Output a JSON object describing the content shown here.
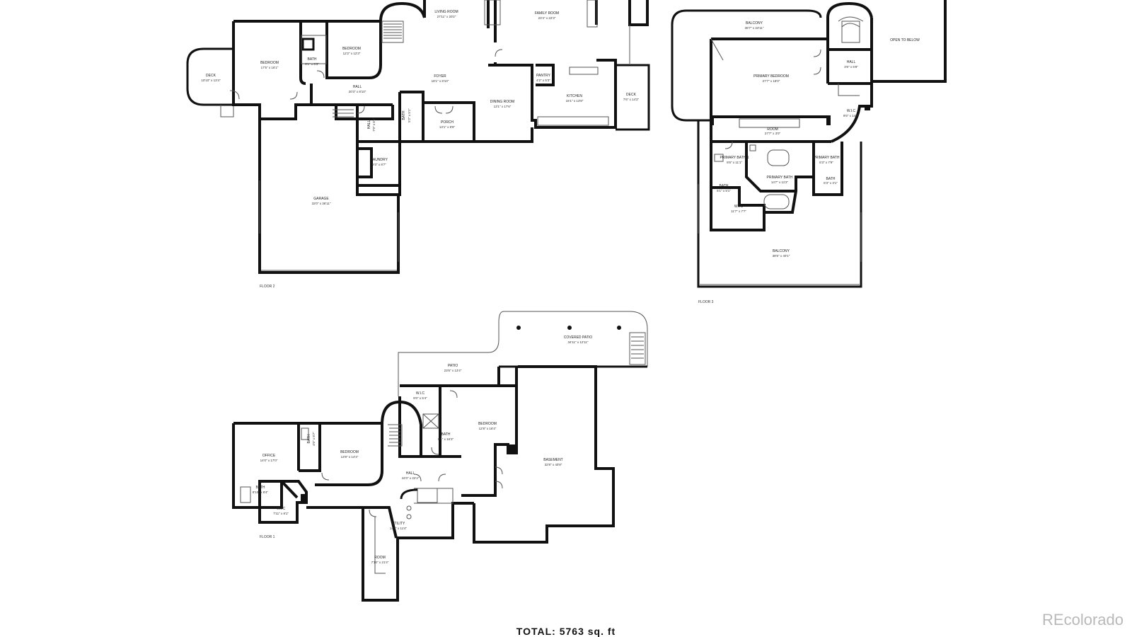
{
  "total": "TOTAL: 5763 sq. ft",
  "brand": "REcolorado",
  "floors": {
    "floor2": "FLOOR 2",
    "floor3": "FLOOR 3",
    "floor1": "FLOOR 1"
  },
  "rooms": {
    "f2_deck_w": {
      "name": "DECK",
      "dim": "10'10\" x 13'4\""
    },
    "f2_bedroom_a": {
      "name": "BEDROOM",
      "dim": "17'5\" x 16'1\""
    },
    "f2_bath": {
      "name": "BATH",
      "dim": "9'1\" x 6'3\""
    },
    "f2_bedroom_b": {
      "name": "BEDROOM",
      "dim": "12'2\" x 12'3\""
    },
    "f2_living": {
      "name": "LIVING ROOM",
      "dim": "27'11\" x 20'2\""
    },
    "f2_family": {
      "name": "FAMILY ROOM",
      "dim": "23'4\" x 22'3\""
    },
    "f2_foyer": {
      "name": "FOYER",
      "dim": "18'1\" x 8'10\""
    },
    "f2_hall": {
      "name": "HALL",
      "dim": "20'3\" x 8'10\""
    },
    "f2_dining": {
      "name": "DINING ROOM",
      "dim": "13'1\" x 17'6\""
    },
    "f2_pantry": {
      "name": "PANTRY",
      "dim": "4'2\" x 5'3\""
    },
    "f2_kitchen": {
      "name": "KITCHEN",
      "dim": "16'1\" x 13'8\""
    },
    "f2_deck_e": {
      "name": "DECK",
      "dim": "7'6\" x 14'2\""
    },
    "f2_porch": {
      "name": "PORCH",
      "dim": "13'1\" x 8'8\""
    },
    "f2_bath2": {
      "name": "BATH",
      "dim": "5'2\" x 5'1\""
    },
    "f2_hall2": {
      "name": "HALL",
      "dim": "7'0\" x 6'1\""
    },
    "f2_laundry": {
      "name": "LAUNDRY",
      "dim": "9'3\" x 8'7\""
    },
    "f2_garage": {
      "name": "GARAGE",
      "dim": "32'0\" x 36'11\""
    },
    "f3_balcony_n": {
      "name": "BALCONY",
      "dim": "36'7\" x 34'11\""
    },
    "f3_hall": {
      "name": "HALL",
      "dim": "3'6\" x 6'8\""
    },
    "f3_open": {
      "name": "OPEN TO BELOW",
      "dim": ""
    },
    "f3_primary_bed": {
      "name": "PRIMARY BEDROOM",
      "dim": "27'7\" x 18'0\""
    },
    "f3_wic": {
      "name": "W.I.C",
      "dim": "9'6\" x 14'4\""
    },
    "f3_room": {
      "name": "ROOM",
      "dim": "27'7\" x 3'0\""
    },
    "f3_pbath1": {
      "name": "PRIMARY BATH 1",
      "dim": "8'6\" x 11'1\""
    },
    "f3_pbath_c": {
      "name": "PRIMARY BATH",
      "dim": "14'7\" x 11'2\""
    },
    "f3_pbath_r": {
      "name": "PRIMARY BATH",
      "dim": "6'3\" x 7'9\""
    },
    "f3_bath_l": {
      "name": "BATH",
      "dim": "5'1\" x 5'1\""
    },
    "f3_bath_r": {
      "name": "BATH",
      "dim": "6'3\" x 3'1\""
    },
    "f3_wic2": {
      "name": "W.I.C",
      "dim": "11'7\" x 7'7\""
    },
    "f3_balcony_s": {
      "name": "BALCONY",
      "dim": "38'5\" x 40'1\""
    },
    "f1_covered": {
      "name": "COVERED PATIO",
      "dim": "34'11\" x 12'11\""
    },
    "f1_patio": {
      "name": "PATIO",
      "dim": "23'6\" x 13'4\""
    },
    "f1_wic": {
      "name": "W.I.C",
      "dim": "9'0\" x 5'4\""
    },
    "f1_bedroom_e": {
      "name": "BEDROOM",
      "dim": "12'8\" x 16'4\""
    },
    "f1_bath": {
      "name": "BATH",
      "dim": "8'1\" x 16'3\""
    },
    "f1_basement": {
      "name": "BASEMENT",
      "dim": "32'8\" x 40'8\""
    },
    "f1_office": {
      "name": "OFFICE",
      "dim": "14'0\" x 17'0\""
    },
    "f1_bath_s": {
      "name": "BATH",
      "dim": "4'0\" x 8'7\""
    },
    "f1_bedroom_w": {
      "name": "BEDROOM",
      "dim": "13'8\" x 14'4\""
    },
    "f1_hall": {
      "name": "HALL",
      "dim": "44'0\" x 22'4\""
    },
    "f1_bath_o": {
      "name": "BATH",
      "dim": "8'10\" x 8'4\""
    },
    "f1_wic_o": {
      "name": "W.I.C",
      "dim": "7'11\" x 8'1\""
    },
    "f1_utility": {
      "name": "UTILITY",
      "dim": "14'3\" x 11'4\""
    },
    "f1_room": {
      "name": "ROOM",
      "dim": "7'10\" x 21'4\""
    }
  }
}
